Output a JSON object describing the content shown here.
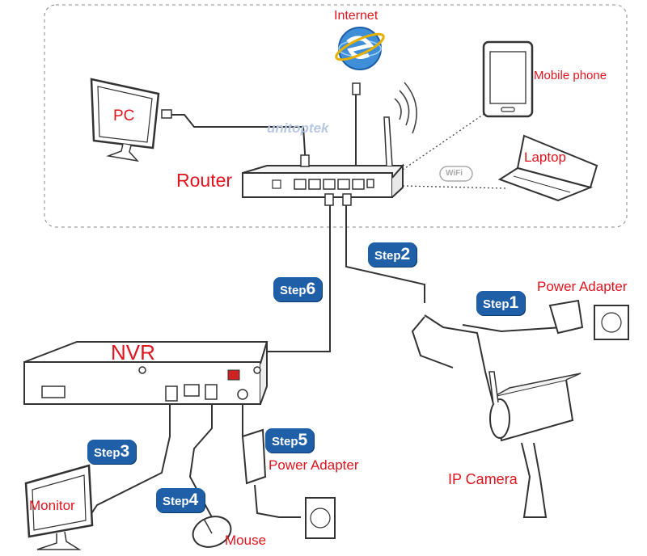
{
  "nodes": {
    "internet": "Internet",
    "pc": "PC",
    "router": "Router",
    "mobile": "Mobile phone",
    "laptop": "Laptop",
    "wifi": "WiFi",
    "nvr": "NVR",
    "power_adapter_camera": "Power Adapter",
    "ip_camera": "IP Camera",
    "power_adapter_nvr": "Power Adapter",
    "monitor": "Monitor",
    "mouse": "Mouse"
  },
  "watermark": "unitoptek",
  "steps": [
    {
      "word": "Step",
      "num": "1"
    },
    {
      "word": "Step",
      "num": "2"
    },
    {
      "word": "Step",
      "num": "3"
    },
    {
      "word": "Step",
      "num": "4"
    },
    {
      "word": "Step",
      "num": "5"
    },
    {
      "word": "Step",
      "num": "6"
    }
  ]
}
